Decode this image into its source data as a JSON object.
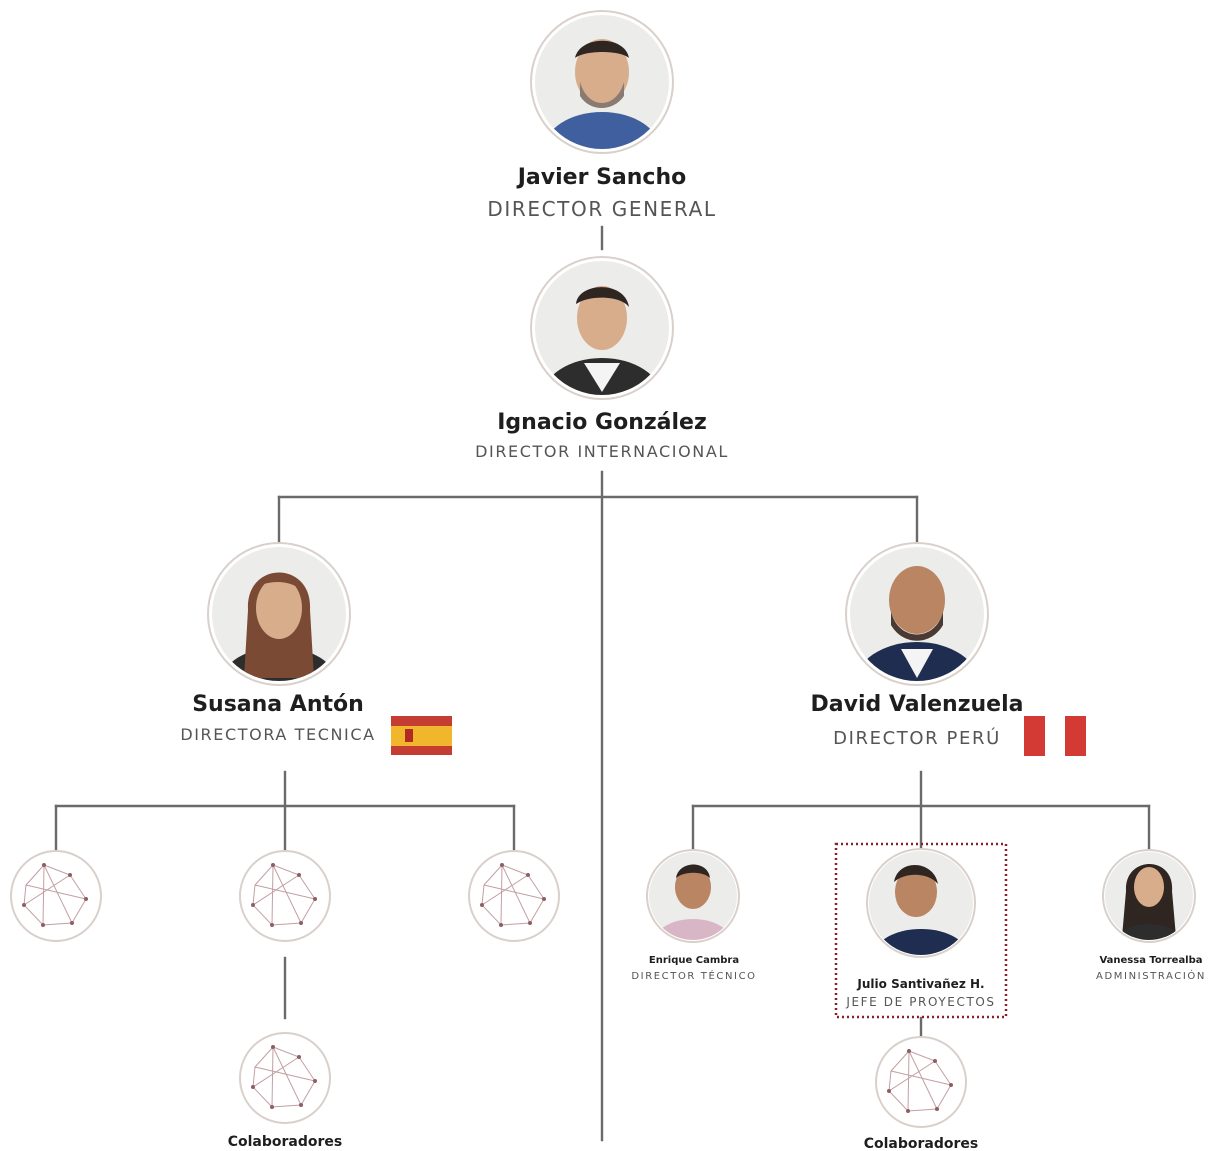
{
  "people": {
    "javier": {
      "name": "Javier Sancho",
      "role": "DIRECTOR GENERAL"
    },
    "ignacio": {
      "name": "Ignacio González",
      "role": "DIRECTOR INTERNACIONAL"
    },
    "susana": {
      "name": "Susana Antón",
      "role": "DIRECTORA TECNICA"
    },
    "david": {
      "name": "David Valenzuela",
      "role": "DIRECTOR PERÚ"
    },
    "enrique": {
      "name": "Enrique Cambra",
      "role": "DIRECTOR TÉCNICO"
    },
    "julio": {
      "name": "Julio Santivañez H.",
      "role": "JEFE DE PROYECTOS"
    },
    "vanessa": {
      "name": "Vanessa Torrealba",
      "role": "ADMINISTRACIÓN"
    }
  },
  "groups": {
    "spain_collaborators": "Colaboradores",
    "peru_collaborators": "Colaboradores"
  },
  "icons": {
    "spain_flag": "spain-flag-icon",
    "peru_flag": "peru-flag-icon",
    "network": "network-icon",
    "avatar": "avatar-icon"
  },
  "colors": {
    "line": "#6a6a6a",
    "highlight": "#8d1f2b",
    "spain_red": "#c53c33",
    "spain_yellow": "#f0b72d",
    "peru_red": "#d33a33"
  }
}
